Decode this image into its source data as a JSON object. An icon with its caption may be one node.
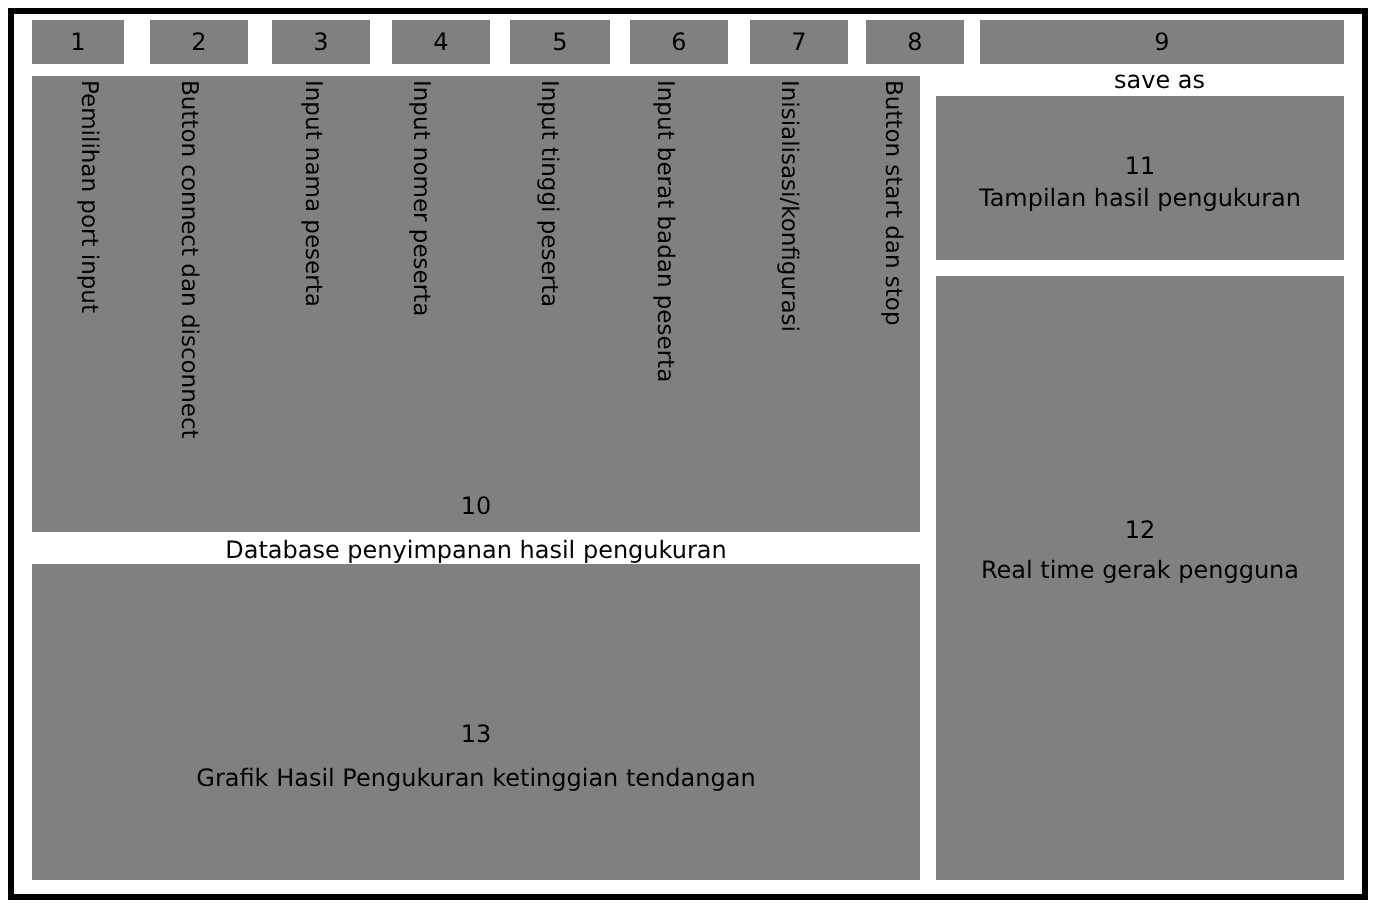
{
  "diagram": {
    "nodes": [
      {
        "text": [
          "1"
        ]
      },
      {
        "text": [
          "2"
        ]
      },
      {
        "text": [
          "3"
        ]
      },
      {
        "text": [
          "4"
        ]
      },
      {
        "text": [
          "5"
        ]
      },
      {
        "text": [
          "6"
        ]
      },
      {
        "text": [
          "7"
        ]
      },
      {
        "text": [
          "8"
        ]
      },
      {
        "text": [
          "9"
        ],
        "beside": [
          "save as"
        ]
      },
      {
        "text": [
          "10",
          "Database penyimpanan hasil pengukuran"
        ]
      },
      {
        "text": [
          "11",
          "Tampilan hasil pengukuran"
        ]
      },
      {
        "text": [
          "12",
          "Real time gerak pengguna"
        ]
      },
      {
        "text": [
          "13",
          "Grafik Hasil Pengukuran ketinggian tendangan"
        ]
      }
    ],
    "labels": [
      "Pemilihan port input",
      "Button connect dan disconnect",
      "Input nama peserta",
      "Input nomer peserta",
      "Input tinggi peserta",
      "Input berat badan peserta",
      "Inisialisasi/konfigurasi",
      "Button start dan stop"
    ]
  }
}
